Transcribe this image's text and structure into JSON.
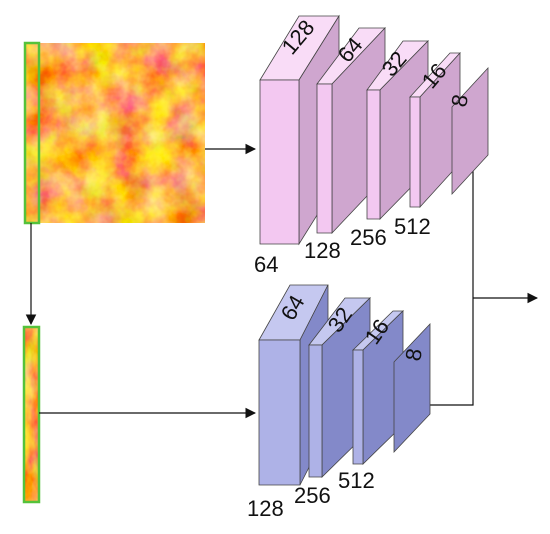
{
  "input": {
    "full_image": "heat-texture-image",
    "strip_image": "heat-texture-strip"
  },
  "top_branch": {
    "depth_labels": [
      "128",
      "64",
      "32",
      "16",
      "8"
    ],
    "channel_labels": [
      "64",
      "128",
      "256",
      "512"
    ]
  },
  "bottom_branch": {
    "depth_labels": [
      "64",
      "32",
      "16",
      "8"
    ],
    "channel_labels": [
      "128",
      "256",
      "512"
    ]
  },
  "colors": {
    "top_front": "#cfa6cf",
    "top_side": "#f3c8f1",
    "top_top": "#f9dcf7",
    "bottom_front": "#8389c9",
    "bottom_side": "#aeb2e7",
    "bottom_top": "#c5c8f0",
    "crop_border": "#55c23a",
    "edge": "#111111"
  }
}
